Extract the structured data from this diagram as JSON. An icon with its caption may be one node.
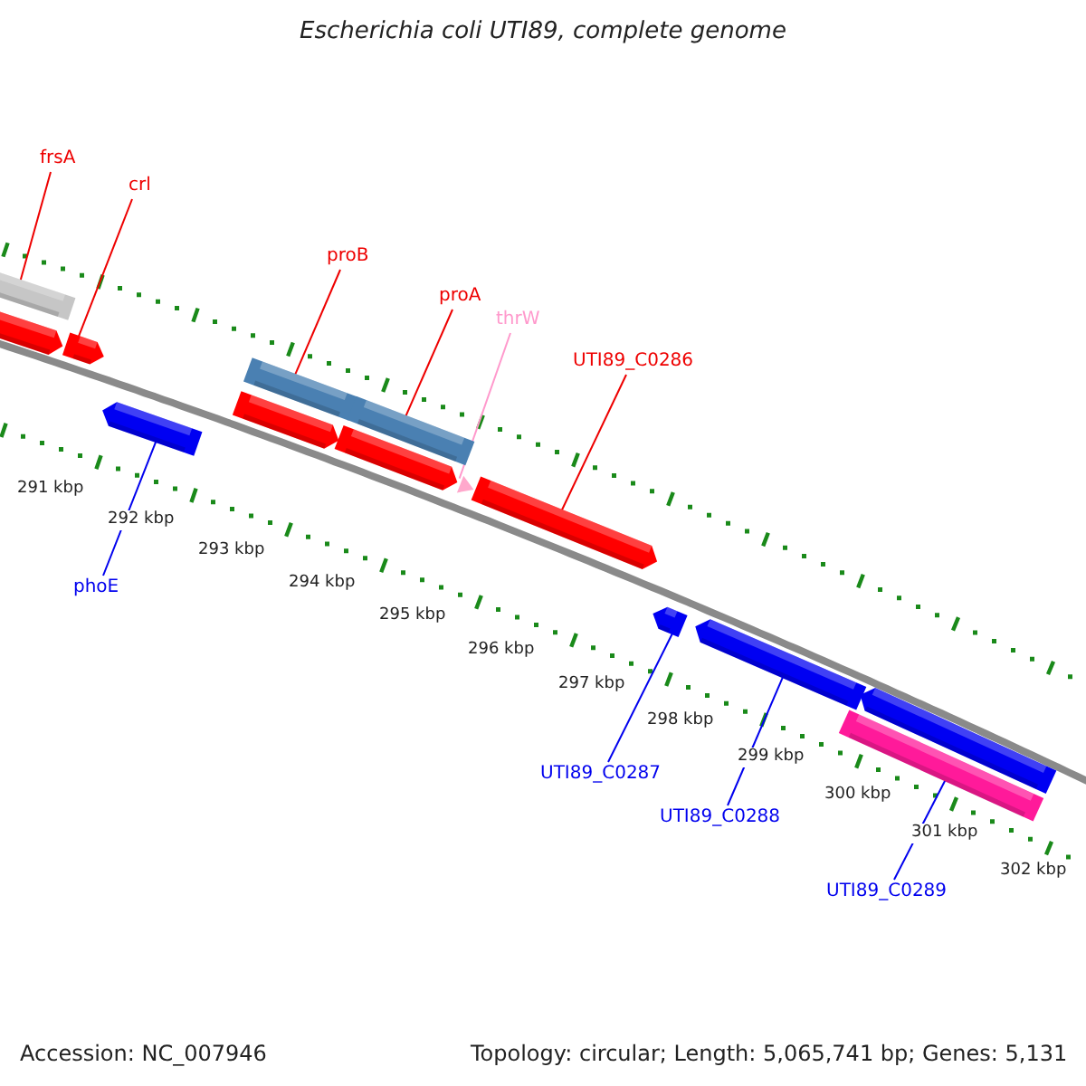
{
  "diagram": {
    "title": "Escherichia coli UTI89, complete genome",
    "nodes": [
      {
        "text": [],
        "shape": "bar"
      },
      {
        "text": [],
        "shape": "arrow"
      },
      {
        "text": [],
        "shape": "arrow"
      },
      {
        "text": [],
        "shape": "arrow"
      },
      {
        "text": [],
        "shape": "bar"
      },
      {
        "text": [],
        "shape": "bar"
      },
      {
        "text": [],
        "shape": "arrow"
      },
      {
        "text": [],
        "shape": "arrow"
      },
      {
        "text": [],
        "shape": "triangle"
      },
      {
        "text": [],
        "shape": "arrow"
      },
      {
        "text": [],
        "shape": "arrow"
      },
      {
        "text": [],
        "shape": "arrow"
      },
      {
        "text": [],
        "shape": "arrow"
      },
      {
        "text": [],
        "shape": "bar"
      },
      {
        "text": [
          "frsA"
        ]
      },
      {
        "text": [
          "crl"
        ]
      },
      {
        "text": [
          "proB"
        ]
      },
      {
        "text": [
          "proA"
        ]
      },
      {
        "text": [
          "thrW"
        ]
      },
      {
        "text": [
          "UTI89_C0286"
        ]
      },
      {
        "text": [
          "phoE"
        ]
      },
      {
        "text": [
          "UTI89_C0287"
        ]
      },
      {
        "text": [
          "UTI89_C0288"
        ]
      },
      {
        "text": [
          "UTI89_C0289"
        ]
      }
    ],
    "edges": [
      {
        "from": 14,
        "to": 0,
        "arrow": "none"
      },
      {
        "from": 15,
        "to": 2,
        "arrow": "none"
      },
      {
        "from": 16,
        "to": 4,
        "arrow": "none"
      },
      {
        "from": 17,
        "to": 5,
        "arrow": "none"
      },
      {
        "from": 18,
        "to": 8,
        "arrow": "none",
        "color": "#ff99cc"
      },
      {
        "from": 19,
        "to": 9,
        "arrow": "none"
      },
      {
        "from": 20,
        "to": 3,
        "arrow": "none",
        "color": "#0000ee"
      },
      {
        "from": 21,
        "to": 10,
        "arrow": "none",
        "color": "#0000ee"
      },
      {
        "from": 22,
        "to": 11,
        "arrow": "none",
        "color": "#0000ee"
      },
      {
        "from": 23,
        "to": 13,
        "arrow": "none",
        "color": "#0000ee"
      }
    ],
    "labels": [
      "291 kbp",
      "292 kbp",
      "293 kbp",
      "294 kbp",
      "295 kbp",
      "296 kbp",
      "297 kbp",
      "298 kbp",
      "299 kbp",
      "300 kbp",
      "301 kbp",
      "302 kbp",
      "Accession: NC_007946",
      "Topology: circular; Length: 5,065,741 bp; Genes: 5,131"
    ]
  }
}
